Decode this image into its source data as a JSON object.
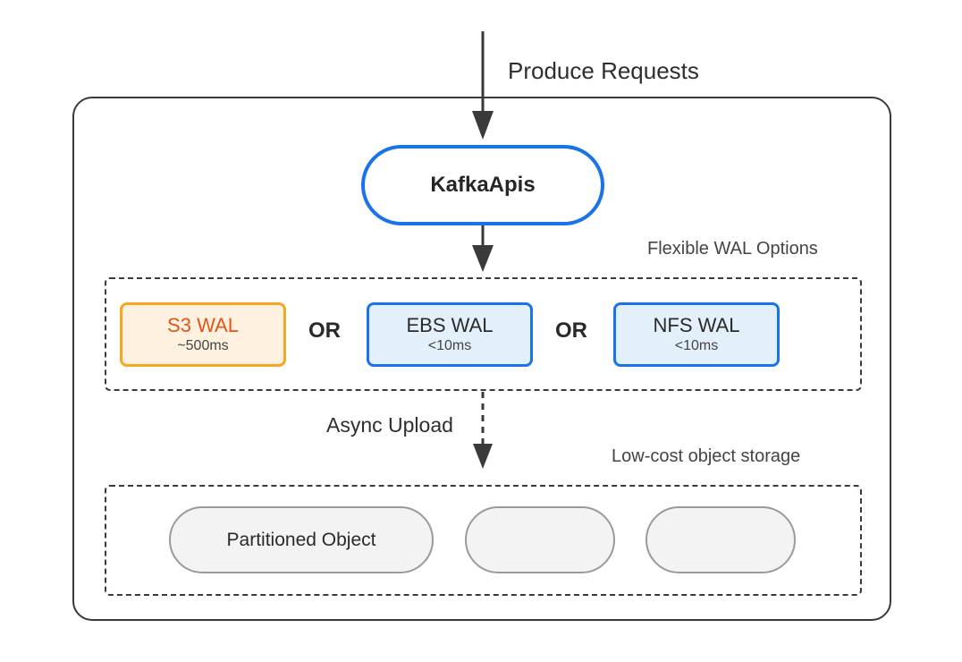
{
  "labels": {
    "produce_requests": "Produce Requests",
    "kafka_apis": "KafkaApis",
    "flexible_wal_options": "Flexible WAL Options",
    "async_upload": "Async Upload",
    "low_cost_storage": "Low-cost object storage"
  },
  "wal_options": [
    {
      "name": "S3 WAL",
      "latency": "~500ms"
    },
    {
      "name": "EBS WAL",
      "latency": "<10ms"
    },
    {
      "name": "NFS WAL",
      "latency": "<10ms"
    }
  ],
  "or_labels": [
    "OR",
    "OR"
  ],
  "objects": [
    {
      "label": "Partitioned Object"
    },
    {
      "label": ""
    },
    {
      "label": ""
    }
  ],
  "colors": {
    "kafka_border": "#1a73e8",
    "s3_border": "#f5a623",
    "s3_fill": "#fff1df",
    "s3_text": "#e0561a",
    "wal_blue_border": "#1a73e8",
    "wal_blue_fill": "#e3f0fc",
    "object_fill": "#f3f3f3",
    "object_border": "#9a9a9a",
    "line": "#3a3a3a"
  }
}
